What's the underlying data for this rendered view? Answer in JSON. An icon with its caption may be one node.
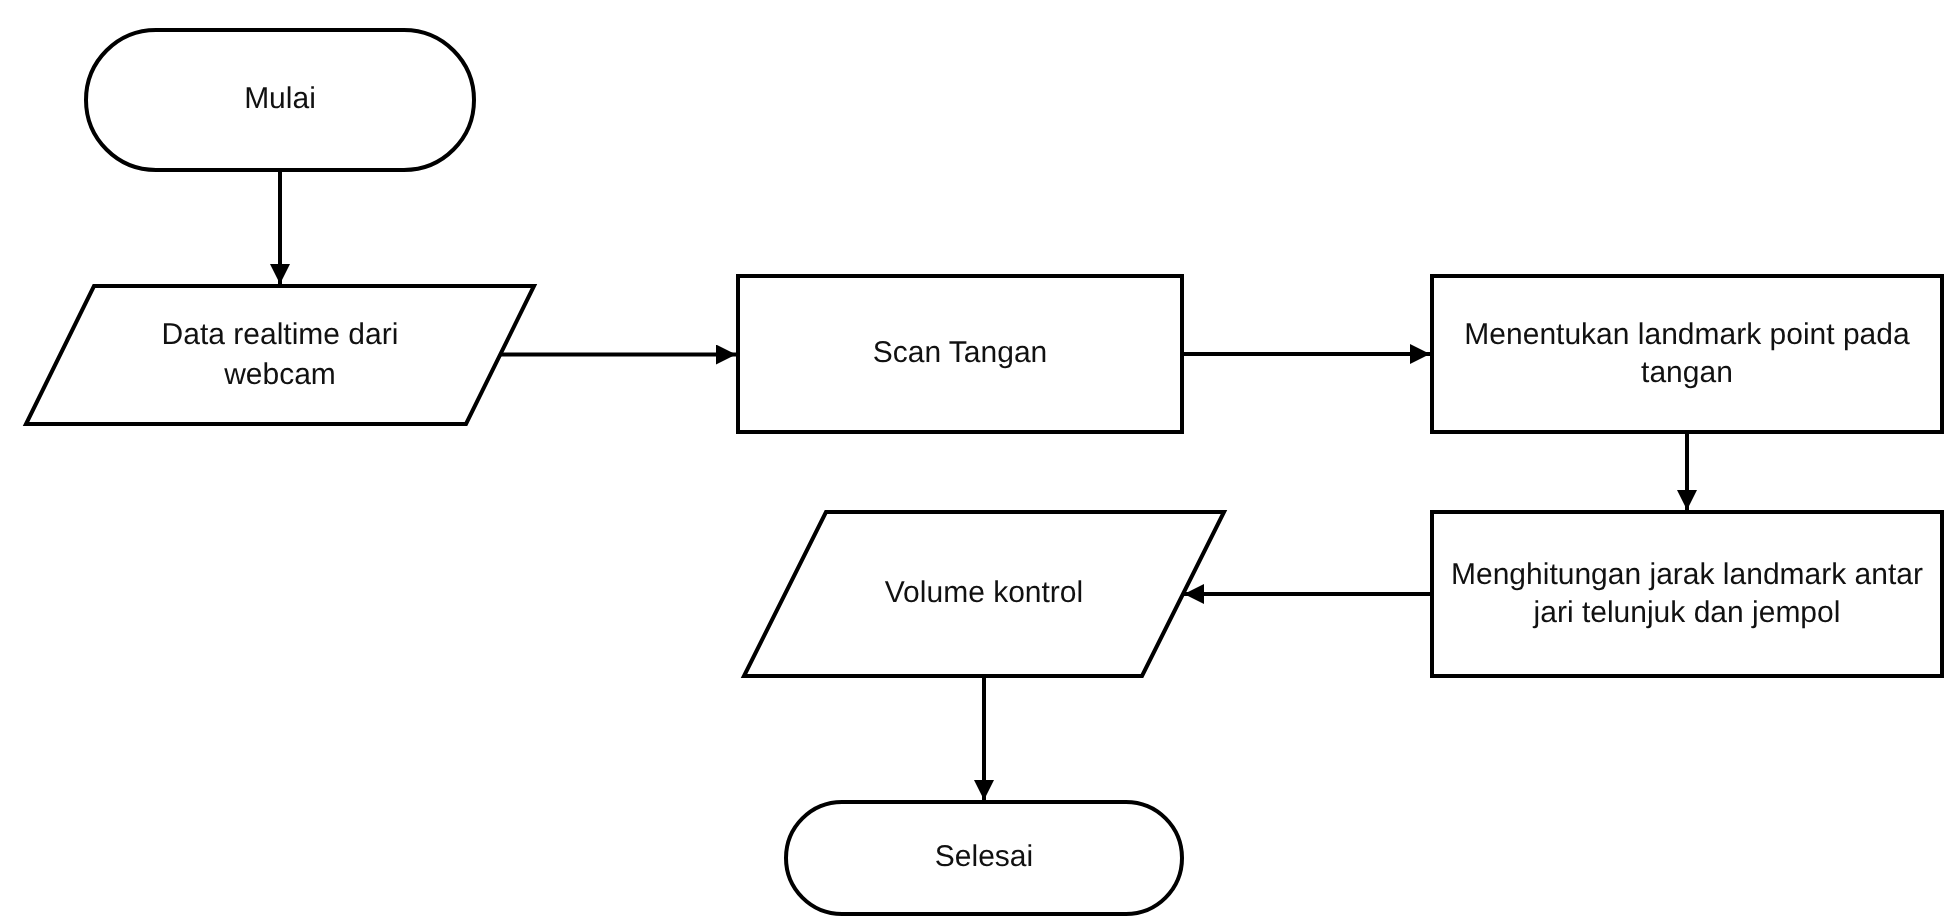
{
  "diagram": {
    "nodes": [
      {
        "text": [
          "Mulai"
        ]
      },
      {
        "text": [
          "Data realtime dari webcam"
        ]
      },
      {
        "text": [
          "Scan Tangan"
        ]
      },
      {
        "text": [
          "Menentukan landmark point pada tangan"
        ]
      },
      {
        "text": [
          "Menghitungan jarak landmark antar jari telunjuk dan jempol"
        ]
      },
      {
        "text": [
          "Volume kontrol"
        ]
      },
      {
        "text": [
          "Selesai"
        ]
      }
    ],
    "edges": [
      {
        "from": 0,
        "to": 1,
        "arrow": "to"
      },
      {
        "from": 1,
        "to": 2,
        "arrow": "to"
      },
      {
        "from": 2,
        "to": 3,
        "arrow": "to"
      },
      {
        "from": 3,
        "to": 4,
        "arrow": "to"
      },
      {
        "from": 4,
        "to": 5,
        "arrow": "to"
      },
      {
        "from": 5,
        "to": 6,
        "arrow": "to"
      }
    ]
  }
}
